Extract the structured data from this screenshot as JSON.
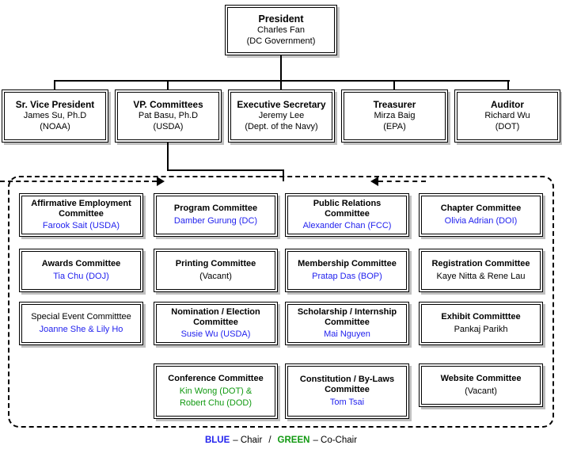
{
  "chart": {
    "type": "org-chart",
    "president": {
      "title": "President",
      "name": "Charles Fan",
      "affiliation": "(DC Government)"
    },
    "officers": [
      {
        "title": "Sr. Vice President",
        "name": "James Su, Ph.D",
        "affiliation": "(NOAA)"
      },
      {
        "title": "VP. Committees",
        "name": "Pat Basu, Ph.D",
        "affiliation": "(USDA)"
      },
      {
        "title": "Executive Secretary",
        "name": "Jeremy Lee",
        "affiliation": "(Dept. of the Navy)"
      },
      {
        "title": "Treasurer",
        "name": "Mirza Baig",
        "affiliation": "(EPA)"
      },
      {
        "title": "Auditor",
        "name": "Richard Wu",
        "affiliation": "(DOT)"
      }
    ],
    "committees": [
      {
        "title": "Affirmative Employment Committee",
        "titleBold": true,
        "person": "Farook Sait (USDA)",
        "role": "chair"
      },
      {
        "title": "Program Committee",
        "titleBold": true,
        "person": "Damber Gurung (DC)",
        "role": "chair"
      },
      {
        "title": "Public Relations Committee",
        "titleBold": true,
        "person": "Alexander Chan (FCC)",
        "role": "chair"
      },
      {
        "title": "Chapter Committee",
        "titleBold": true,
        "person": "Olivia Adrian (DOI)",
        "role": "chair"
      },
      {
        "title": "Awards Committee",
        "titleBold": true,
        "person": "Tia Chu (DOJ)",
        "role": "chair"
      },
      {
        "title": "Printing Committee",
        "titleBold": true,
        "person": "(Vacant)",
        "role": "none"
      },
      {
        "title": "Membership Committee",
        "titleBold": true,
        "person": "Pratap Das (BOP)",
        "role": "chair"
      },
      {
        "title": "Registration Committee",
        "titleBold": true,
        "person": "Kaye Nitta & Rene Lau",
        "role": "none"
      },
      {
        "title": "Special Event Committtee",
        "titleBold": false,
        "person": "Joanne She & Lily Ho",
        "role": "chair"
      },
      {
        "title": "Nomination / Election Committee",
        "titleBold": true,
        "person": "Susie Wu (USDA)",
        "role": "chair"
      },
      {
        "title": "Scholarship / Internship Committee",
        "titleBold": true,
        "person": "Mai Nguyen",
        "role": "chair"
      },
      {
        "title": "Exhibit Committtee",
        "titleBold": true,
        "person": "Pankaj Parikh",
        "role": "none"
      },
      {
        "title": "Conference Committee",
        "titleBold": true,
        "person": "Kin Wong (DOT) &",
        "person2": "Robert Chu (DOD)",
        "role": "cochair"
      },
      {
        "title": "Constitution / By-Laws Committee",
        "titleBold": true,
        "person": "Tom Tsai",
        "role": "chair"
      },
      {
        "title": "Website Committee",
        "titleBold": true,
        "person": "(Vacant)",
        "role": "none"
      }
    ]
  },
  "legend": {
    "blue_label": "BLUE",
    "blue_meaning": "– Chair",
    "separator": "/",
    "green_label": "GREEN",
    "green_meaning": "– Co-Chair",
    "colors": {
      "chair": "#2222ee",
      "cochair": "#119911"
    }
  }
}
